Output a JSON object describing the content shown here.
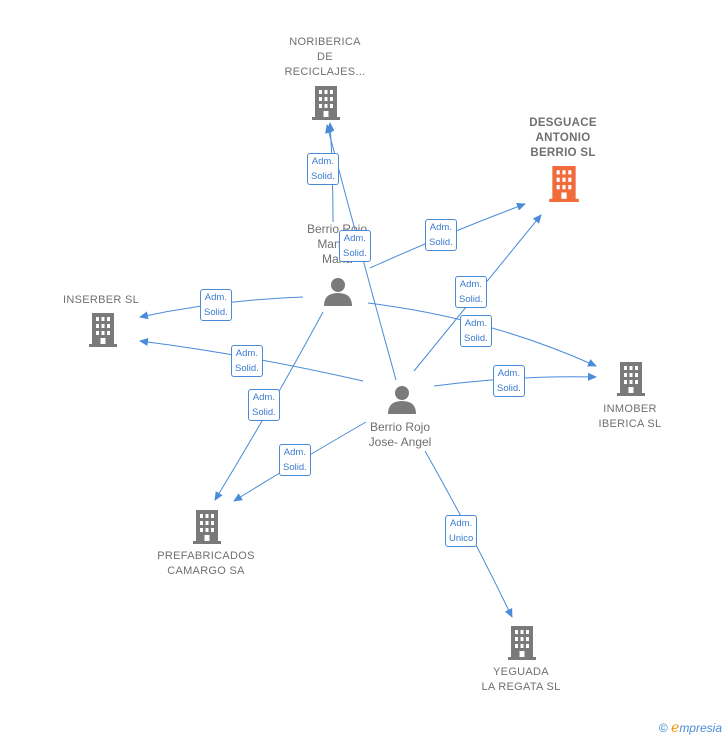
{
  "companies": {
    "noriberica": "NORIBERICA\nDE\nRECICLAJES...",
    "desguace": "DESGUACE\nANTONIO\nBERRIO  SL",
    "inserber": "INSERBER  SL",
    "inmober": "INMOBER\nIBERICA  SL",
    "prefabricados": "PREFABRICADOS\nCAMARGO SA",
    "yeguada": "YEGUADA\nLA REGATA  SL"
  },
  "persons": {
    "manuel": "Berrio Rojo\nManuel\nMaria",
    "jose": "Berrio Rojo\nJose- Angel"
  },
  "edge_labels": {
    "manuel_noriberica": "Adm.\nSolid.",
    "jose_noriberica": "Adm.\nSolid.",
    "manuel_desguace": "Adm.\nSolid.",
    "jose_desguace": "Adm.\nSolid.",
    "manuel_inserber": "Adm.\nSolid.",
    "jose_inserber": "Adm.\nSolid.",
    "manuel_inmober": "Adm.\nSolid.",
    "jose_inmober": "Adm.\nSolid.",
    "manuel_prefabricados": "Adm.\nSolid.",
    "jose_prefabricados": "Adm.\nSolid.",
    "jose_yeguada": "Adm.\nUnico"
  },
  "colors": {
    "edge": "#4a8bd8",
    "building": "#7a7a7a",
    "building_main": "#f26b3a",
    "person": "#7a7a7a"
  },
  "footer": {
    "copyright": "©",
    "brand_e": "e",
    "brand_rest": "mpresia"
  }
}
